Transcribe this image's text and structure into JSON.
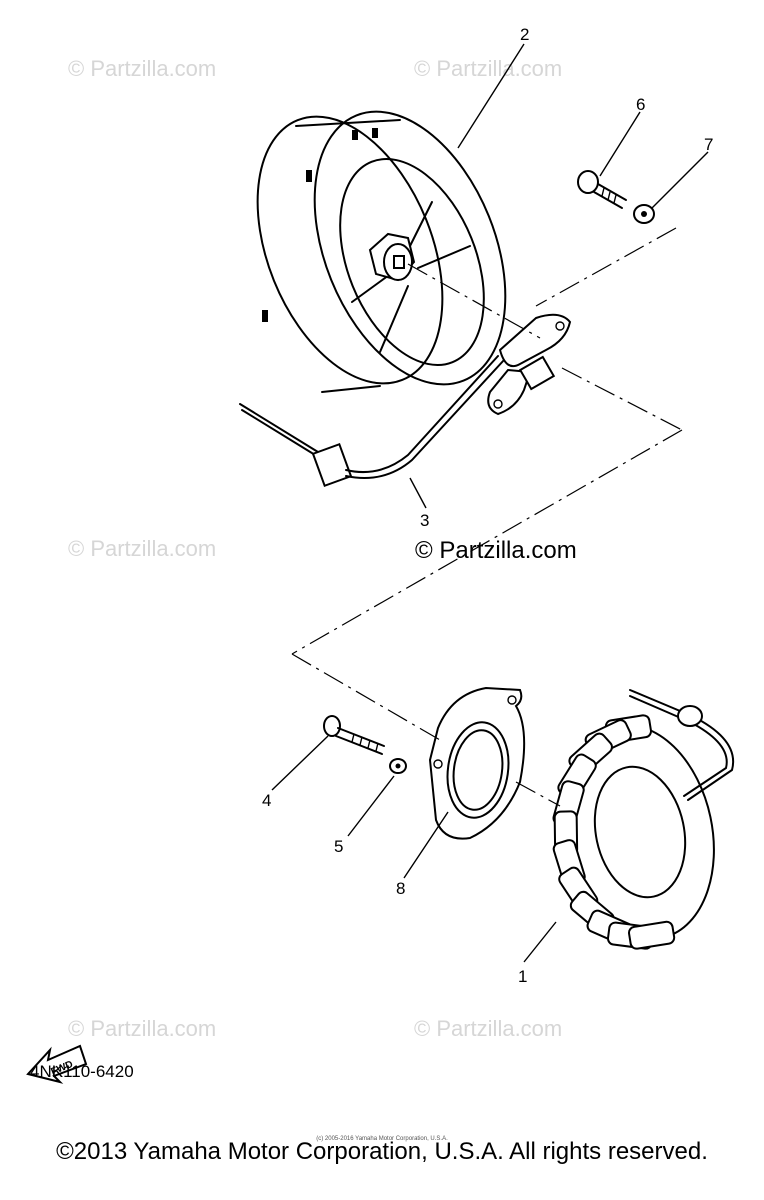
{
  "watermarks": [
    "© Partzilla.com",
    "© Partzilla.com",
    "© Partzilla.com",
    "© Partzilla.com",
    "© Partzilla.com",
    "© Partzilla.com"
  ],
  "watermark_center": "© Partzilla.com",
  "callouts": [
    "1",
    "2",
    "3",
    "4",
    "5",
    "6",
    "7",
    "8"
  ],
  "fwd_label": "FWD",
  "diagram_code": "4NK110-6420",
  "copyright": "©2013 Yamaha Motor Corporation, U.S.A. All rights reserved.",
  "fine_print": "(c) 2005-2016 Yamaha Motor Corporation, U.S.A."
}
